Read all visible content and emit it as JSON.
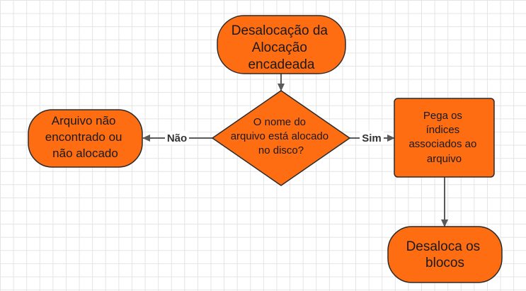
{
  "diagram": {
    "colors": {
      "node_fill": "#ff6d12",
      "node_stroke": "#2a2a2a",
      "edge": "#5a5a5a",
      "grid": "#e4e4e4"
    },
    "nodes": {
      "start": {
        "lines": [
          "Desalocação da",
          "Alocação",
          "encadeada"
        ]
      },
      "decision": {
        "lines": [
          "O nome do",
          "arquivo está alocado",
          "no disco?"
        ]
      },
      "not_found": {
        "lines": [
          "Arquivo não",
          "encontrado ou",
          "não alocado"
        ]
      },
      "get_indices": {
        "lines": [
          "Pega os",
          "índices",
          "associados ao",
          "arquivo"
        ]
      },
      "dealloc": {
        "lines": [
          "Desaloca os",
          "blocos"
        ]
      }
    },
    "edges": {
      "no_label": "Não",
      "yes_label": "Sim"
    }
  }
}
